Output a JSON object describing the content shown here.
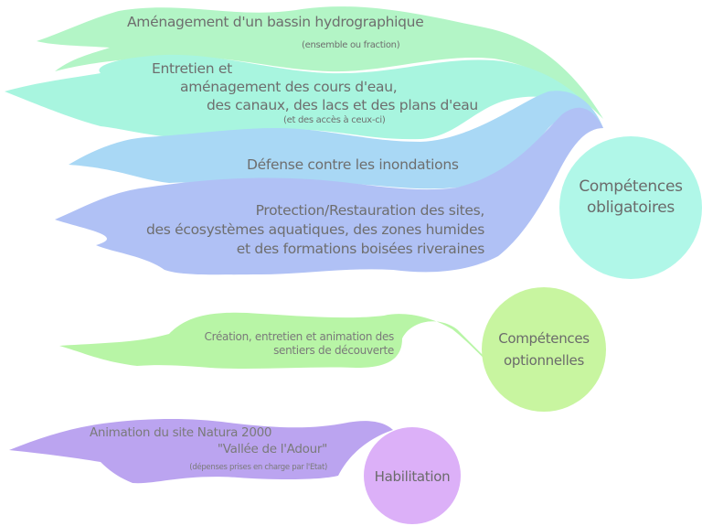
{
  "colors": {
    "bassin": "#b3f5c6",
    "cours_eau": "#a8f5df",
    "inondations": "#a9d8f5",
    "protection": "#b0c1f5",
    "circle_obligatoires": "#b0f7e8",
    "sentiers": "#b8f5a6",
    "circle_optionnelles": "#c8f5a0",
    "natura": "#bba4f0",
    "circle_habilitation": "#dcb0f8",
    "text": "#6e6e6e"
  },
  "groups": [
    {
      "circle_label": [
        "Compétences",
        "obligatoires"
      ],
      "items": [
        {
          "lines": [
            "Aménagement d'un bassin hydrographique"
          ],
          "note": "(ensemble ou fraction)"
        },
        {
          "lines": [
            "Entretien et",
            "aménagement des cours d'eau,",
            "des canaux, des lacs et des plans d'eau"
          ],
          "note": "(et des accès à ceux-ci)"
        },
        {
          "lines": [
            "Défense contre les inondations"
          ]
        },
        {
          "lines": [
            "Protection/Restauration des sites,",
            "des écosystèmes aquatiques, des zones humides",
            "et des formations boisées riveraines"
          ]
        }
      ]
    },
    {
      "circle_label": [
        "Compétences",
        "optionnelles"
      ],
      "items": [
        {
          "lines": [
            "Création, entretien et animation des",
            "sentiers de découverte"
          ]
        }
      ]
    },
    {
      "circle_label": [
        "Habilitation"
      ],
      "items": [
        {
          "lines": [
            "Animation du site Natura 2000",
            "\"Vallée de l'Adour\""
          ],
          "note": "(dépenses prises en charge par l'Etat)"
        }
      ]
    }
  ]
}
